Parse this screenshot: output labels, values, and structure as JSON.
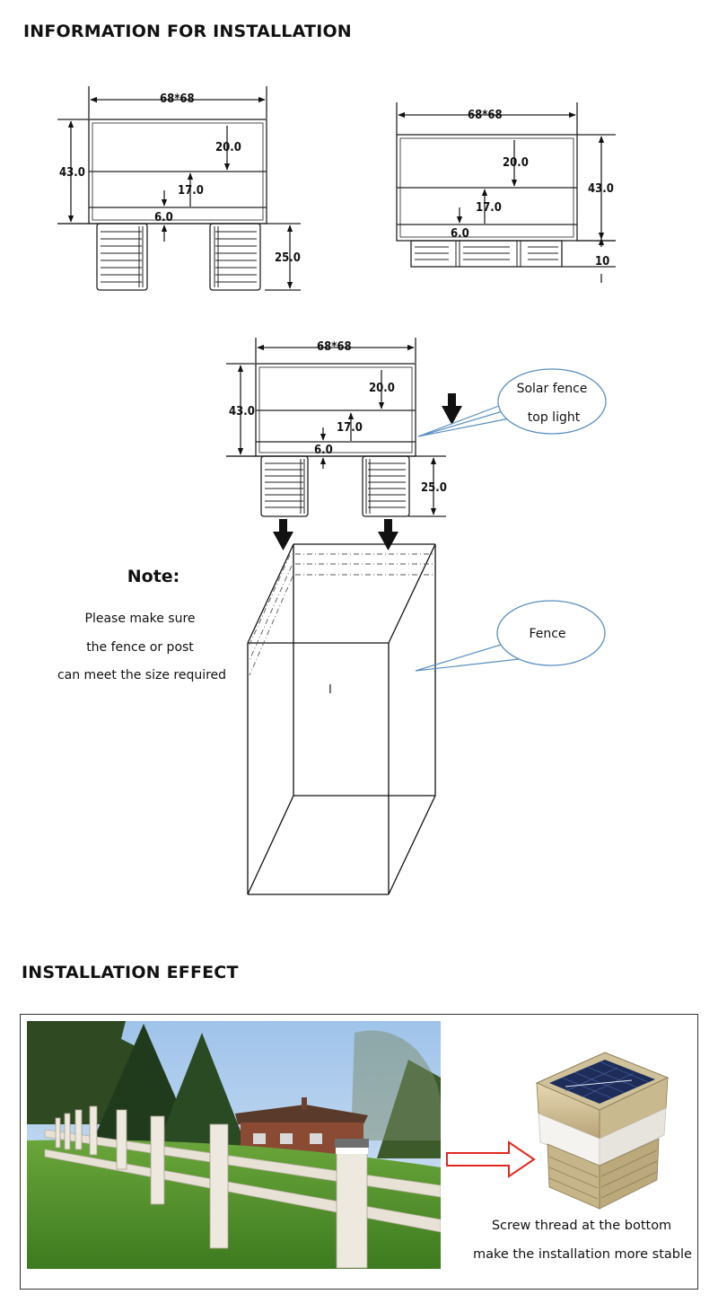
{
  "headings": {
    "installation_info": "INFORMATION FOR INSTALLATION",
    "installation_effect": "INSTALLATION EFFECT"
  },
  "dimensions": {
    "width": "68*68",
    "height_total": "43.0",
    "upper": "20.0",
    "middle": "17.0",
    "base": "6.0",
    "spigot": "25.0",
    "thread": "10"
  },
  "labels": {
    "solar_fence_line1": "Solar fence",
    "solar_fence_line2": "top light",
    "fence": "Fence",
    "fence_mark": "I"
  },
  "note": {
    "title": "Note:",
    "line1": "Please make sure",
    "line2": "the fence or post",
    "line3": "can meet the size required"
  },
  "effect": {
    "caption_line1": "Screw thread at the bottom",
    "caption_line2": "make the installation more stable"
  },
  "colors": {
    "bubble_outline": "#5b8fc0",
    "arrow_red": "#e0281e",
    "heading_text": "#111111"
  }
}
